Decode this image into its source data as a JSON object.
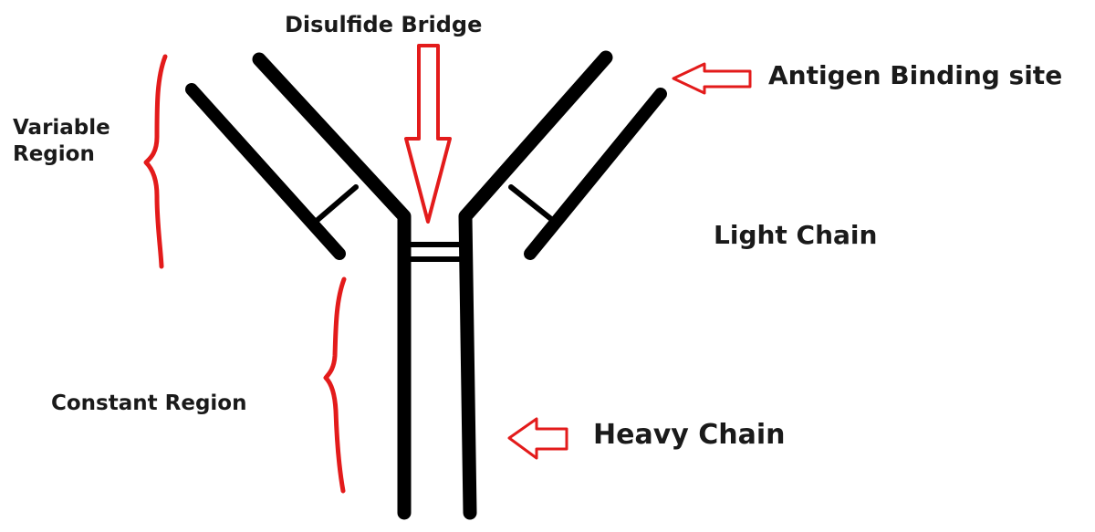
{
  "labels": {
    "disulfide_bridge": "Disulfide Bridge",
    "antigen_binding_site": "Antigen Binding site",
    "variable_region_line1": "Variable",
    "variable_region_line2": "Region",
    "light_chain": "Light Chain",
    "constant_region": "Constant Region",
    "heavy_chain": "Heavy Chain"
  },
  "colors": {
    "structure": "#000000",
    "annotation": "#e31b1b",
    "text": "#1a1a1a"
  }
}
